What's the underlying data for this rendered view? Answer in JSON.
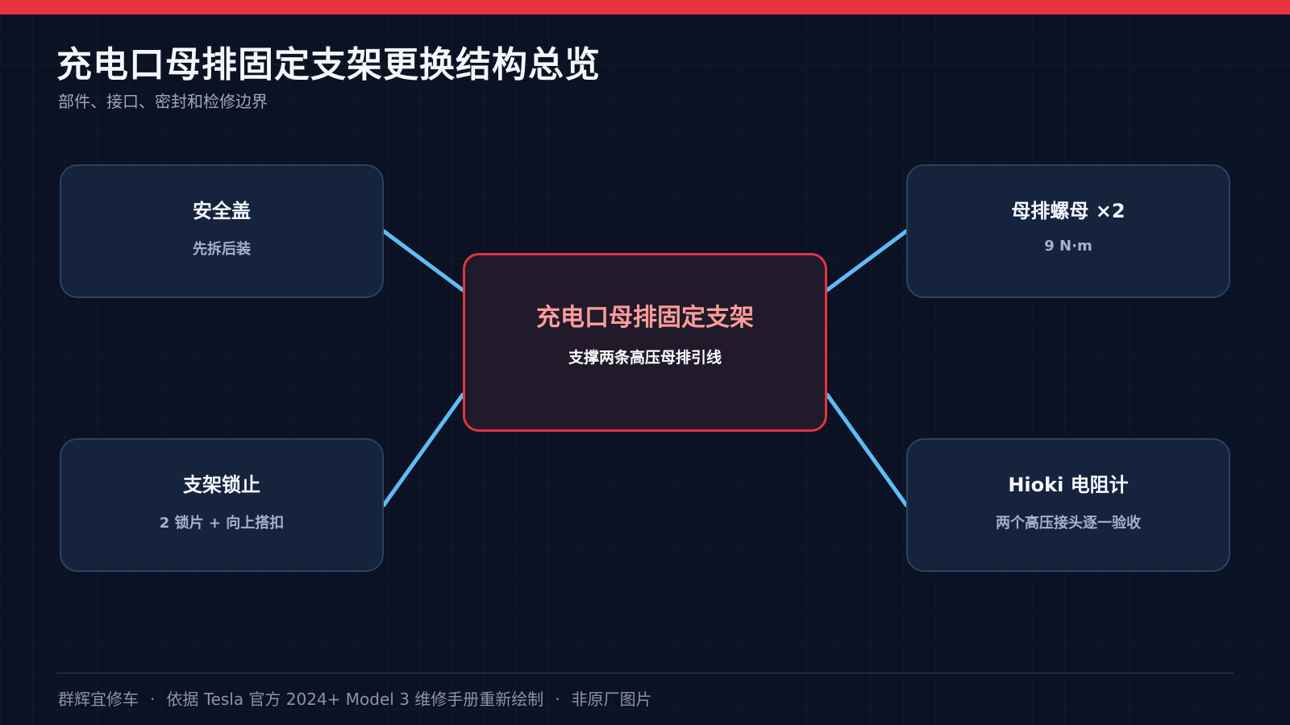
{
  "header": {
    "accent_color": "#e8323f",
    "title": "充电口母排固定支架更换结构总览",
    "subtitle": "部件、接口、密封和检修边界"
  },
  "diagram": {
    "center": {
      "title": "充电口母排固定支架",
      "subtitle": "支撑两条高压母排引线",
      "border_color": "#e2343f",
      "title_color": "#ff9c9c"
    },
    "connector_color": "#5fbcf5",
    "nodes": [
      {
        "id": "cover",
        "title": "安全盖",
        "subtitle": "先拆后装"
      },
      {
        "id": "nuts",
        "title": "母排螺母 ×2",
        "subtitle": "9 N·m"
      },
      {
        "id": "lock",
        "title": "支架锁止",
        "subtitle": "2 锁片 + 向上搭扣"
      },
      {
        "id": "meter",
        "title": "Hioki 电阻计",
        "subtitle": "两个高压接头逐一验收"
      }
    ]
  },
  "footer": {
    "brand": "群辉宜修车",
    "separator": "·",
    "source": "依据 Tesla 官方 2024+ Model 3 维修手册重新绘制",
    "note": "非原厂图片"
  }
}
